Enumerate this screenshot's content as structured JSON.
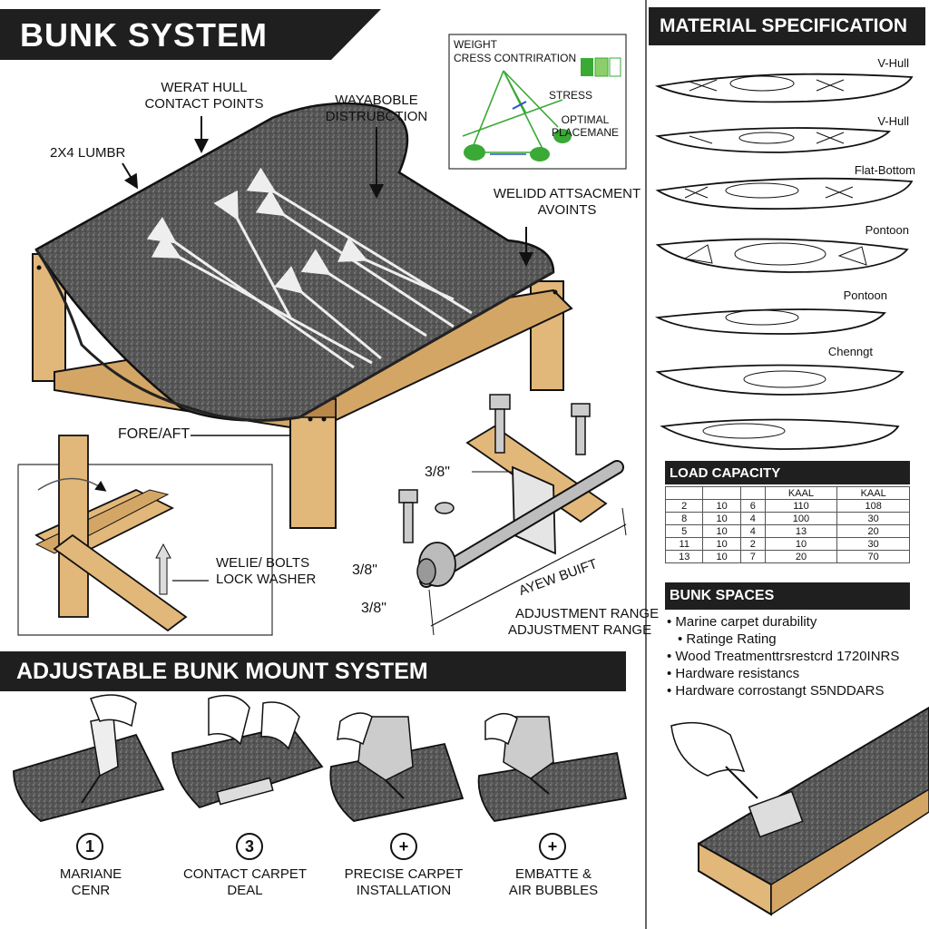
{
  "header": {
    "title": "BUNK SYSTEM",
    "material_title": "MATERIAL SPECIFICATION"
  },
  "main_callouts": {
    "hull_contact": [
      "WERAT HULL",
      "CONTACT POINTS"
    ],
    "distribution": [
      "WAYABOBLE",
      "DISTRUBCTION"
    ],
    "lumber": "2X4 LUMBR",
    "attachment": [
      "WELIDD ATTSACMENT",
      "AVOINTS"
    ],
    "fore_aft": "FORE/AFT"
  },
  "inset_diagram": {
    "line1": "WEIGHT",
    "line2": "CRESS CONTRIRATION",
    "stress": "STRESS",
    "optimal": [
      "OPTIMAL",
      "PLACEMANE"
    ]
  },
  "hardware": {
    "bolt_top": "3/8\"",
    "bolt_mid": "3/8\"",
    "bolt_low": "3/8\"",
    "view": "AYEW BUIFT",
    "adjust1": "ADJUSTMENT RANGE",
    "adjust2": "ADJUSTMENT RANGE",
    "washer": [
      "WELIE/ BOLTS",
      "LOCK WASHER"
    ]
  },
  "hull_types": [
    "V-Hull",
    "V-Hull",
    "Flat-Bottom",
    "Pontoon",
    "Pontoon",
    "Chenngt"
  ],
  "load_capacity": {
    "title": "LOAD CAPACITY",
    "headers": [
      "",
      "",
      "",
      "KAAL",
      "KAAL"
    ],
    "rows": [
      [
        "2",
        "10",
        "6",
        "110",
        "108"
      ],
      [
        "8",
        "10",
        "4",
        "100",
        "30"
      ],
      [
        "5",
        "10",
        "4",
        "13",
        "20"
      ],
      [
        "11",
        "10",
        "2",
        "10",
        "30"
      ],
      [
        "13",
        "10",
        "7",
        "20",
        "70"
      ]
    ]
  },
  "bunk_spaces": {
    "title": "BUNK SPACES",
    "items": [
      "Marine carpet durability",
      "Ratinge Rating",
      "Wood Treatmenttгsrestcrd 1720INRS",
      "Hardware resistancs",
      "Hardware corrostangt S5NDDARS"
    ]
  },
  "mount_section": {
    "title": "ADJUSTABLE BUNK MOUNT SYSTEM",
    "steps": [
      {
        "num": "1",
        "label": [
          "MARIANE",
          "CENR"
        ]
      },
      {
        "num": "3",
        "label": [
          "CONTACT CARPET",
          "DEAL"
        ]
      },
      {
        "num": "+",
        "label": [
          "PRECISE CARPET",
          "INSTALLATION"
        ]
      },
      {
        "num": "+",
        "label": [
          "EMBATTE &",
          "AIR BUBBLES"
        ]
      }
    ]
  },
  "colors": {
    "banner": "#1f1f1f",
    "carpet": "#5a5a5a",
    "wood": "#e2b77a",
    "wood_dark": "#b9874a",
    "diagram_green": "#3aa935"
  }
}
